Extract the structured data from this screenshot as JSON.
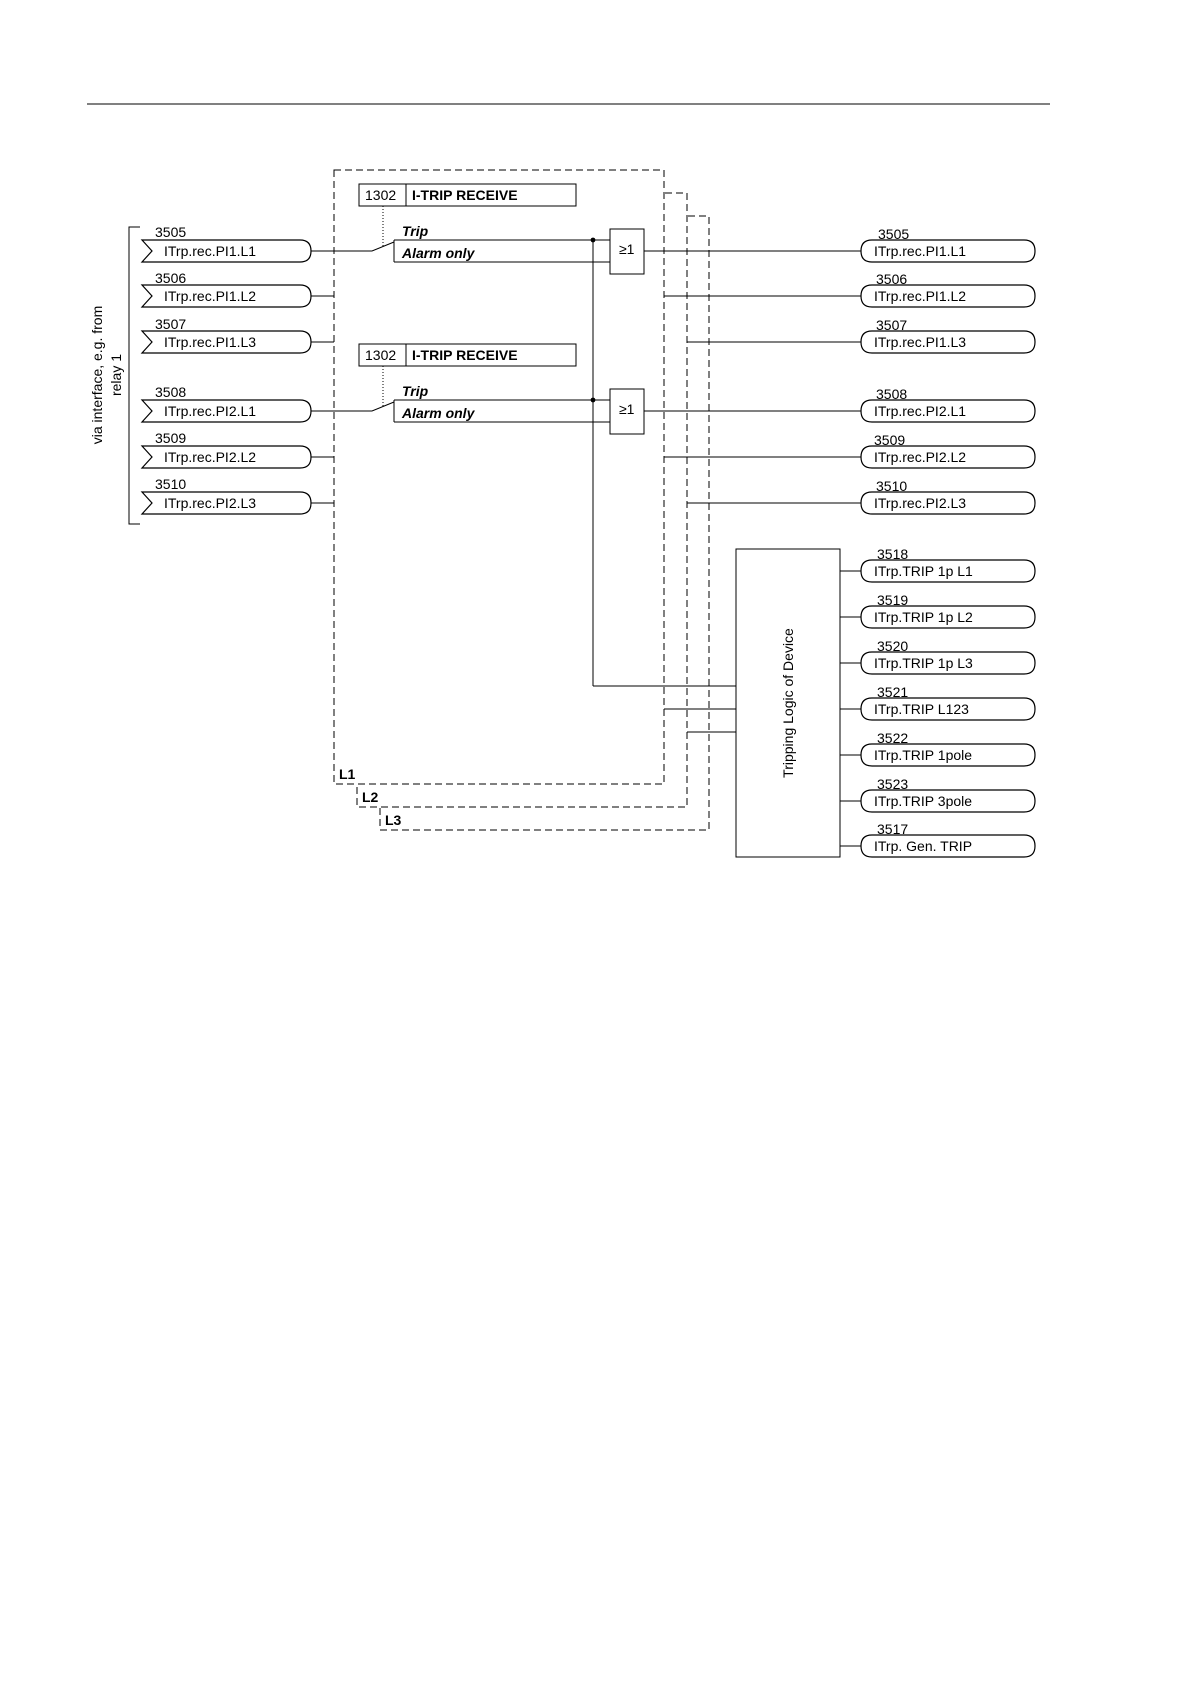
{
  "inputs": [
    {
      "num": "3505",
      "name": "ITrp.rec.PI1.L1"
    },
    {
      "num": "3506",
      "name": "ITrp.rec.PI1.L2"
    },
    {
      "num": "3507",
      "name": "ITrp.rec.PI1.L3"
    },
    {
      "num": "3508",
      "name": "ITrp.rec.PI2.L1"
    },
    {
      "num": "3509",
      "name": "ITrp.rec.PI2.L2"
    },
    {
      "num": "3510",
      "name": "ITrp.rec.PI2.L3"
    }
  ],
  "side_label": {
    "line1": "via interface, e.g. from",
    "line2": "relay 1"
  },
  "settings": [
    {
      "addr": "1302",
      "name": "I-TRIP RECEIVE",
      "opt_trip": "Trip",
      "opt_alarm": "Alarm only"
    },
    {
      "addr": "1302",
      "name": "I-TRIP RECEIVE",
      "opt_trip": "Trip",
      "opt_alarm": "Alarm only"
    }
  ],
  "gates": [
    "≥1",
    "≥1"
  ],
  "phases": [
    "L1",
    "L2",
    "L3"
  ],
  "outputs": [
    {
      "num": "3505",
      "name": "ITrp.rec.PI1.L1"
    },
    {
      "num": "3506",
      "name": "ITrp.rec.PI1.L2"
    },
    {
      "num": "3507",
      "name": "ITrp.rec.PI1.L3"
    },
    {
      "num": "3508",
      "name": "ITrp.rec.PI2.L1"
    },
    {
      "num": "3509",
      "name": "ITrp.rec.PI2.L2"
    },
    {
      "num": "3510",
      "name": "ITrp.rec.PI2.L3"
    }
  ],
  "trip_logic_label": "Tripping Logic of Device",
  "trip_outputs": [
    {
      "num": "3518",
      "name": "ITrp.TRIP 1p L1"
    },
    {
      "num": "3519",
      "name": "ITrp.TRIP 1p L2"
    },
    {
      "num": "3520",
      "name": "ITrp.TRIP 1p L3"
    },
    {
      "num": "3521",
      "name": "ITrp.TRIP L123"
    },
    {
      "num": "3522",
      "name": "ITrp.TRIP 1pole"
    },
    {
      "num": "3523",
      "name": "ITrp.TRIP 3pole"
    },
    {
      "num": "3517",
      "name": "ITrp. Gen. TRIP"
    }
  ]
}
